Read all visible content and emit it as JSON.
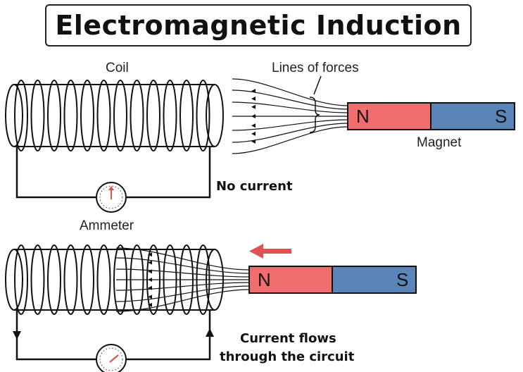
{
  "title": "Electromagnetic Induction",
  "labels": {
    "coil": "Coil",
    "lines_of_forces": "Lines of forces",
    "magnet": "Magnet",
    "no_current": "No current",
    "ammeter": "Ammeter",
    "current_flows_line1": "Current flows",
    "current_flows_line2": "through the circuit"
  },
  "magnet_top": {
    "north": "N",
    "south": "S"
  },
  "magnet_bottom": {
    "north": "N",
    "south": "S"
  },
  "colors": {
    "north": "#f26d6d",
    "south": "#5b84b8",
    "arrow": "#e05252",
    "wire": "#111111"
  },
  "icons": [
    "coil-icon",
    "bar-magnet-icon",
    "ammeter-icon",
    "motion-arrow-icon"
  ]
}
